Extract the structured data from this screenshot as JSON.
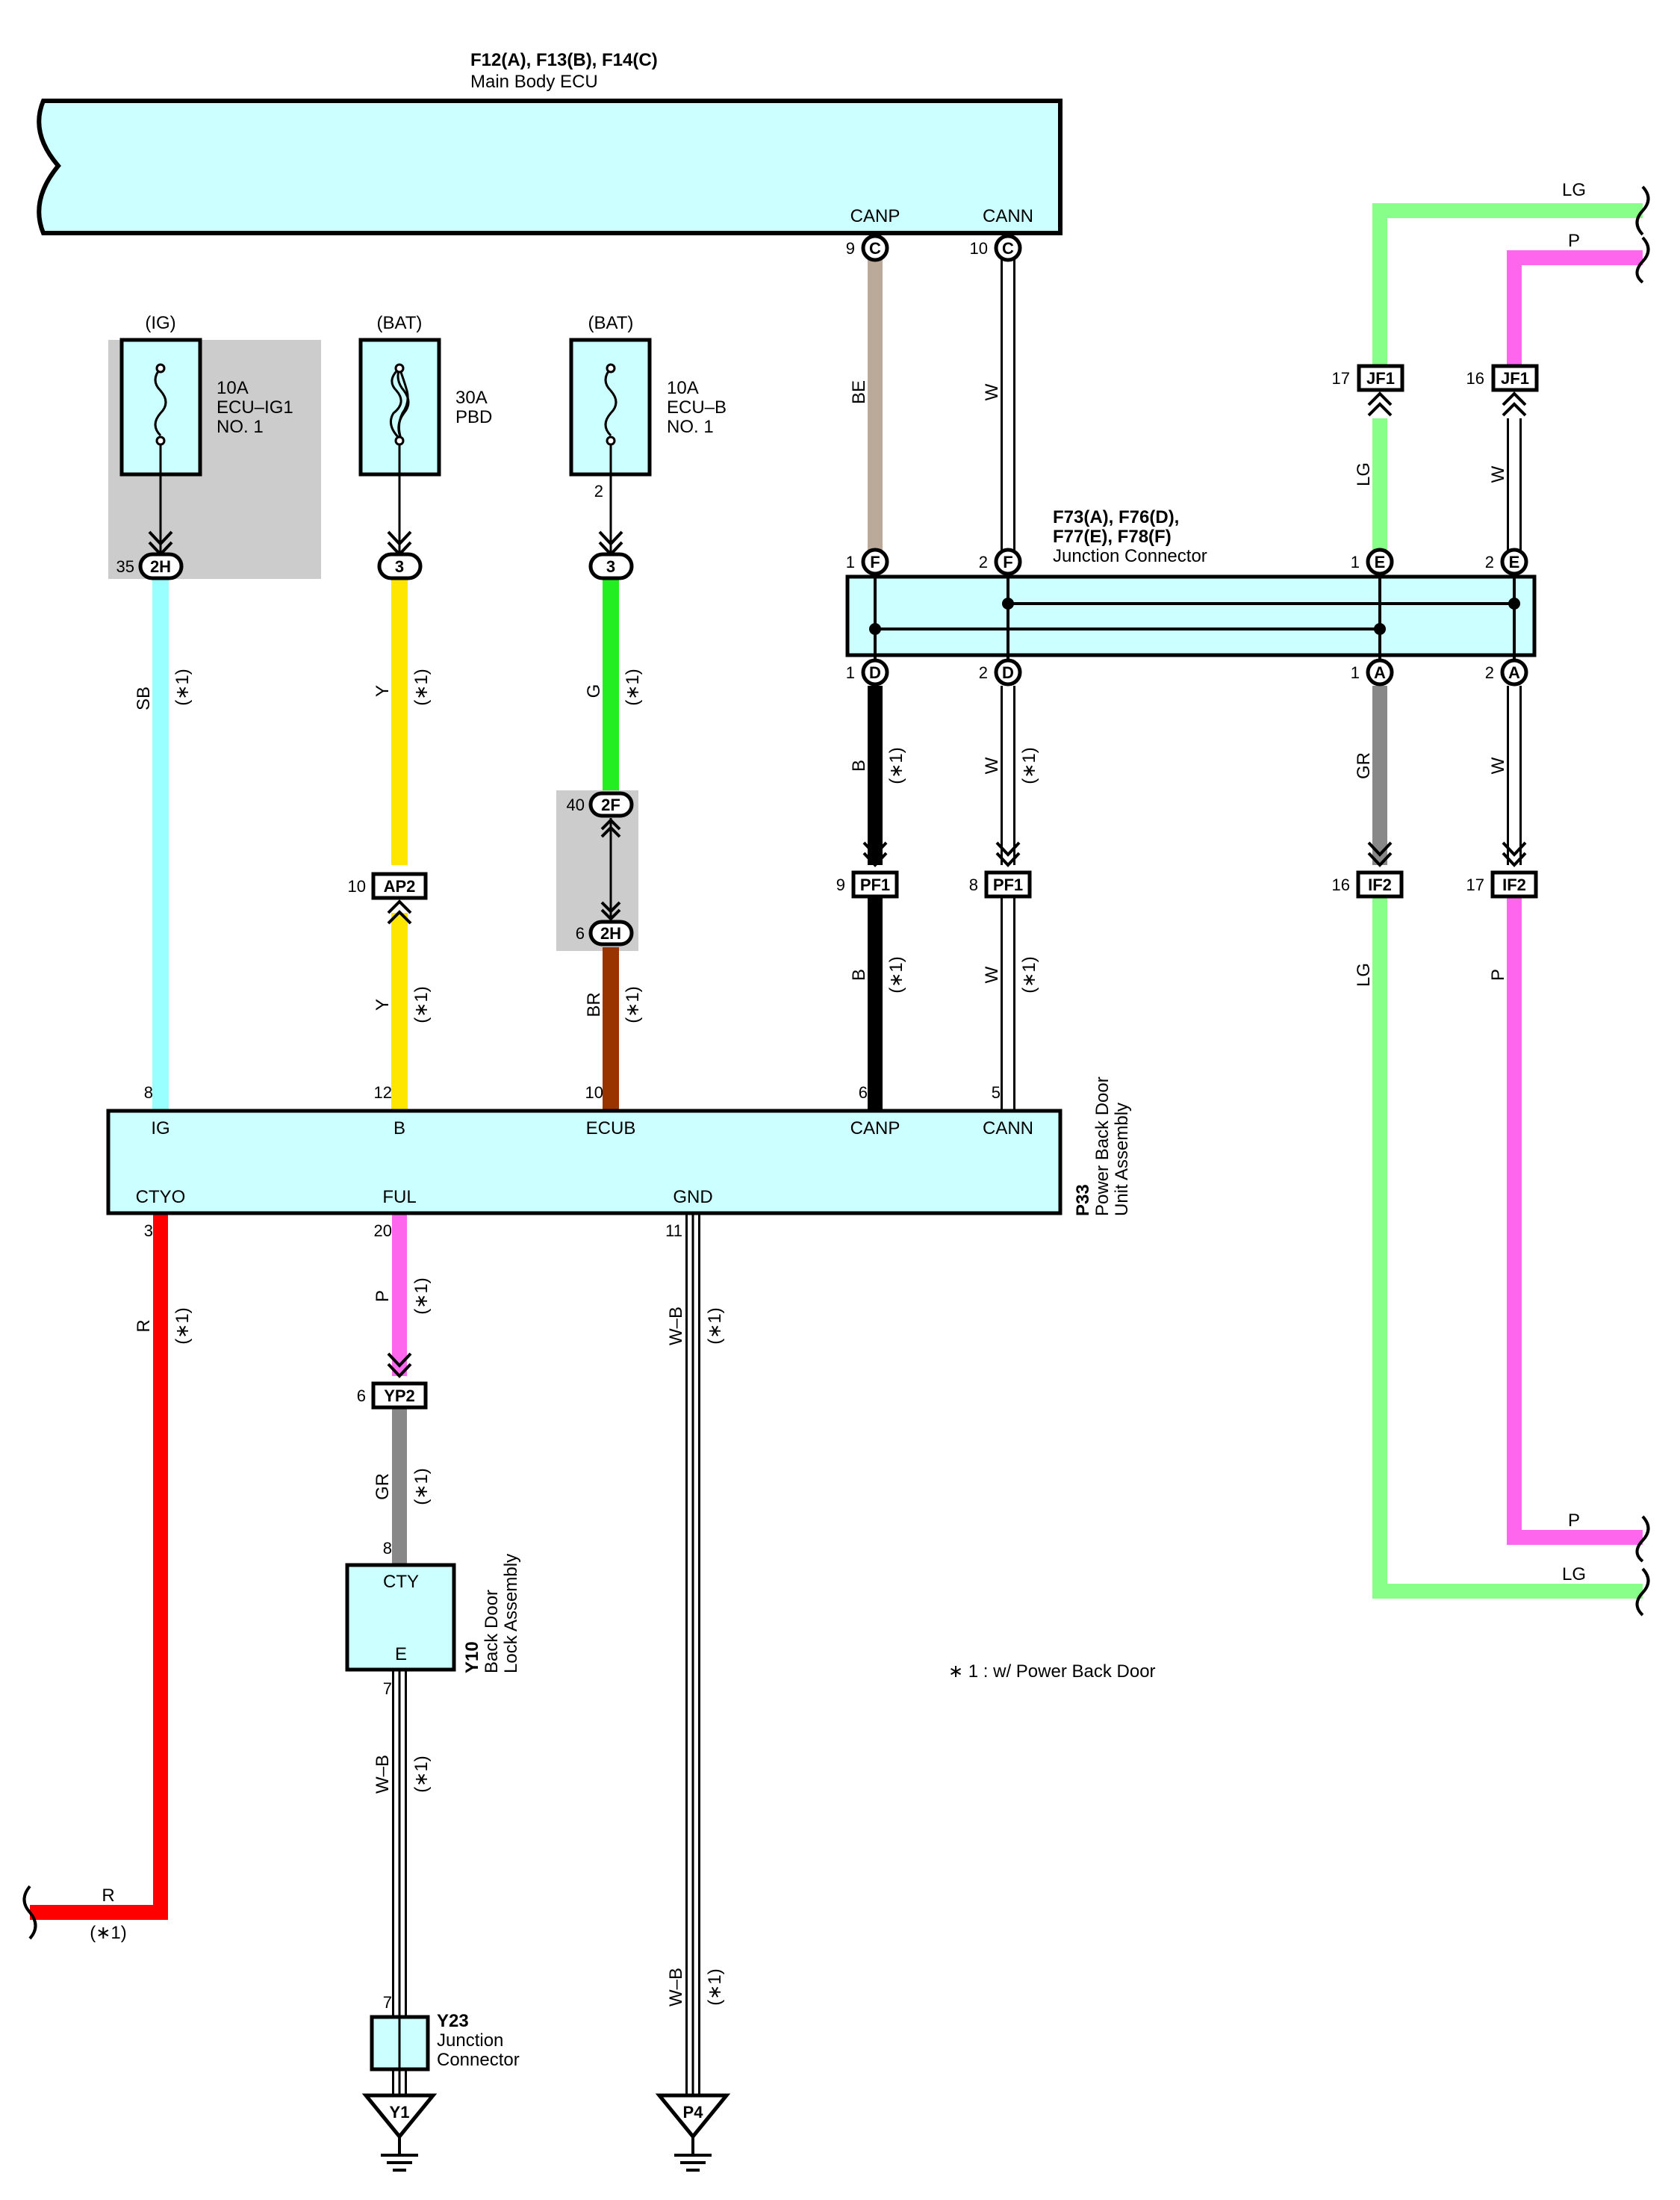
{
  "main_ecu": {
    "codes": "F12(A), F13(B), F14(C)",
    "name": "Main Body ECU",
    "canp": "CANP",
    "cann": "CANN"
  },
  "ecu_pins": {
    "canp": {
      "num": "9",
      "id": "C"
    },
    "cann": {
      "num": "10",
      "id": "C"
    }
  },
  "fuses": [
    {
      "source": "(IG)",
      "rating": "10A",
      "name1": "ECU–IG1",
      "name2": "NO. 1"
    },
    {
      "source": "(BAT)",
      "rating": "30A",
      "name1": "PBD",
      "name2": ""
    },
    {
      "source": "(BAT)",
      "rating": "10A",
      "name1": "ECU–B",
      "name2": "NO. 1"
    }
  ],
  "fuse_pin_ecub": "2",
  "plugs": {
    "ig": {
      "num": "35",
      "id": "2H"
    },
    "pbd": {
      "num": "",
      "id": "3"
    },
    "ecub": {
      "num": "",
      "id": "3"
    }
  },
  "junction": {
    "codes1": "F73(A), F76(D),",
    "codes2": "F77(E), F78(F)",
    "name": "Junction Connector"
  },
  "junction_pins": {
    "top": [
      {
        "num": "1",
        "id": "F"
      },
      {
        "num": "2",
        "id": "F"
      },
      {
        "num": "1",
        "id": "E"
      },
      {
        "num": "2",
        "id": "E"
      }
    ],
    "bottom": [
      {
        "num": "1",
        "id": "D"
      },
      {
        "num": "2",
        "id": "D"
      },
      {
        "num": "1",
        "id": "A"
      },
      {
        "num": "2",
        "id": "A"
      }
    ]
  },
  "connectors": {
    "ap2": {
      "num": "10",
      "id": "AP2"
    },
    "f2": {
      "num": "40",
      "id": "2F"
    },
    "h2": {
      "num": "6",
      "id": "2H"
    },
    "pf1a": {
      "num": "9",
      "id": "PF1"
    },
    "pf1b": {
      "num": "8",
      "id": "PF1"
    },
    "if2a": {
      "num": "16",
      "id": "IF2"
    },
    "if2b": {
      "num": "17",
      "id": "IF2"
    },
    "jf1a": {
      "num": "17",
      "id": "JF1"
    },
    "jf1b": {
      "num": "16",
      "id": "JF1"
    },
    "yp2": {
      "num": "6",
      "id": "YP2"
    }
  },
  "pbd_unit": {
    "code": "P33",
    "name1": "Power Back Door",
    "name2": "Unit Assembly",
    "top_terminals": [
      {
        "num": "8",
        "name": "IG"
      },
      {
        "num": "12",
        "name": "B"
      },
      {
        "num": "10",
        "name": "ECUB"
      },
      {
        "num": "6",
        "name": "CANP"
      },
      {
        "num": "5",
        "name": "CANN"
      }
    ],
    "bottom_terminals": [
      {
        "num": "3",
        "name": "CTYO"
      },
      {
        "num": "20",
        "name": "FUL"
      },
      {
        "num": "11",
        "name": "GND"
      }
    ]
  },
  "lock": {
    "code": "Y10",
    "name1": "Back Door",
    "name2": "Lock Assembly",
    "cty": "CTY",
    "e": "E",
    "pin_top": "8",
    "pin_bot": "7"
  },
  "y23": {
    "code": "Y23",
    "name1": "Junction",
    "name2": "Connector",
    "pin": "7"
  },
  "grounds": {
    "y1": "Y1",
    "p4": "P4"
  },
  "wires": {
    "sb": "SB",
    "y": "Y",
    "g": "G",
    "br": "BR",
    "be": "BE",
    "w": "W",
    "b": "B",
    "gr": "GR",
    "lg": "LG",
    "p": "P",
    "r": "R",
    "wb": "W–B"
  },
  "star1": "(∗1)",
  "note": "∗ 1 : w/ Power Back Door",
  "colors": {
    "box": "#ccffff",
    "gray": "#cccccc",
    "sb": "#99ffff",
    "y": "#ffe600",
    "g": "#22ee22",
    "br": "#993300",
    "be": "#bba999",
    "b": "#000000",
    "gr": "#888888",
    "lg": "#88ff88",
    "p": "#ff66ee",
    "r": "#ff0000",
    "w": "#ffffff"
  }
}
